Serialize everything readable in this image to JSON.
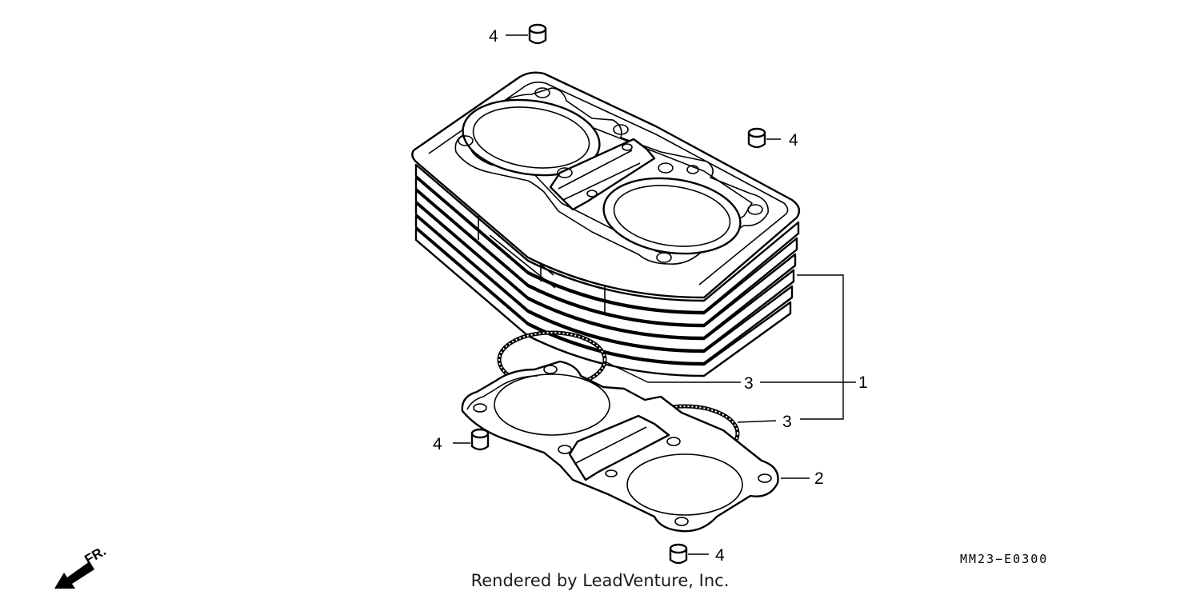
{
  "callouts": {
    "dowel_top": "4",
    "dowel_right": "4",
    "dowel_left": "4",
    "dowel_bottom": "4",
    "cylinder": "1",
    "base_gasket": "2",
    "oring_left": "3",
    "oring_right": "3"
  },
  "diagram_code": "MM23−E0300",
  "front_arrow_label": "FR.",
  "footer": "Rendered by LeadVenture, Inc."
}
